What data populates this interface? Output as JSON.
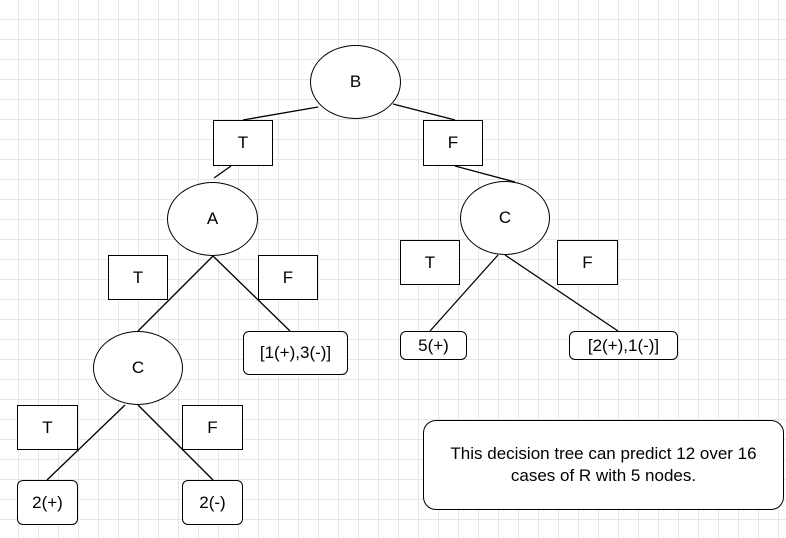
{
  "tree": {
    "root": {
      "label": "B"
    },
    "branch_root_t": "T",
    "branch_root_f": "F",
    "node_a": {
      "label": "A"
    },
    "node_c_right": {
      "label": "C"
    },
    "branch_a_t": "T",
    "branch_a_f": "F",
    "branch_cr_t": "T",
    "branch_cr_f": "F",
    "node_c_left": {
      "label": "C"
    },
    "leaf_a_f": "[1(+),3(-)]",
    "leaf_cr_t": "5(+)",
    "leaf_cr_f": "[2(+),1(-)]",
    "branch_cl_t": "T",
    "branch_cl_f": "F",
    "leaf_cl_t": "2(+)",
    "leaf_cl_f": "2(-)"
  },
  "note": {
    "text": "This decision tree can predict 12 over 16 cases of R with 5 nodes."
  }
}
